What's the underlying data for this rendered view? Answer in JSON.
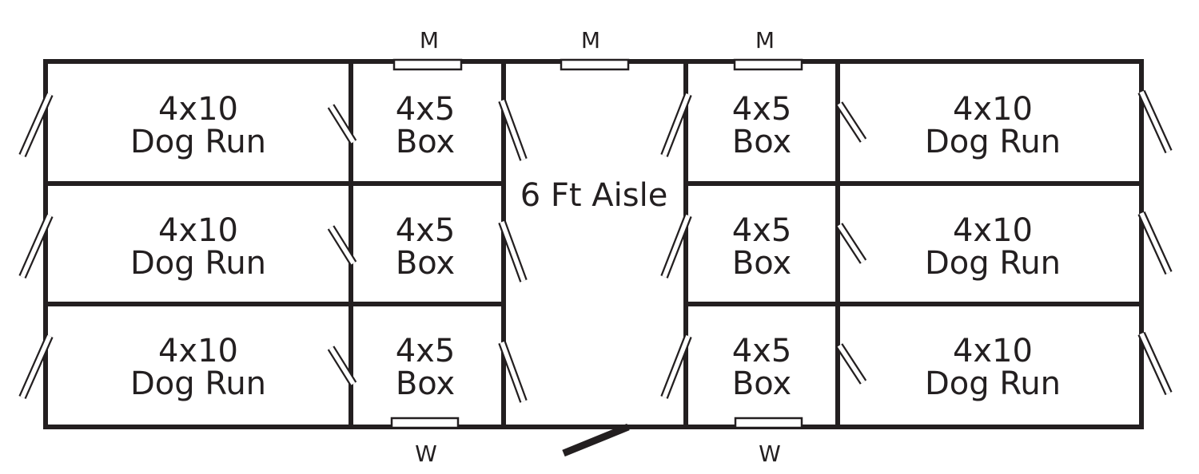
{
  "rooms": {
    "left_runs": [
      {
        "size": "4x10",
        "name": "Dog Run"
      },
      {
        "size": "4x10",
        "name": "Dog Run"
      },
      {
        "size": "4x10",
        "name": "Dog Run"
      }
    ],
    "left_boxes": [
      {
        "size": "4x5",
        "name": "Box"
      },
      {
        "size": "4x5",
        "name": "Box"
      },
      {
        "size": "4x5",
        "name": "Box"
      }
    ],
    "aisle": "6 Ft Aisle",
    "right_boxes": [
      {
        "size": "4x5",
        "name": "Box"
      },
      {
        "size": "4x5",
        "name": "Box"
      },
      {
        "size": "4x5",
        "name": "Box"
      }
    ],
    "right_runs": [
      {
        "size": "4x10",
        "name": "Dog Run"
      },
      {
        "size": "4x10",
        "name": "Dog Run"
      },
      {
        "size": "4x10",
        "name": "Dog Run"
      }
    ]
  },
  "windows": {
    "top": [
      "M",
      "M",
      "M"
    ],
    "bottom": [
      "W",
      "W"
    ]
  },
  "colors": {
    "wall": "#231f20",
    "background": "#ffffff"
  }
}
